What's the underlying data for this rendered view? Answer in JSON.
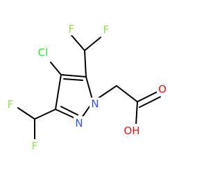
{
  "colors": {
    "background": "#ffffff",
    "bond": "#000000",
    "F": "#90e050",
    "Cl": "#1ff01f",
    "N": "#3050f8",
    "O": "#ff0d0d"
  },
  "atoms": {
    "cl": "Cl",
    "f1": "F",
    "f2": "F",
    "f3": "F",
    "f4": "F",
    "n1": "N",
    "n2": "N",
    "o_carbonyl": "O",
    "oh": "OH"
  }
}
